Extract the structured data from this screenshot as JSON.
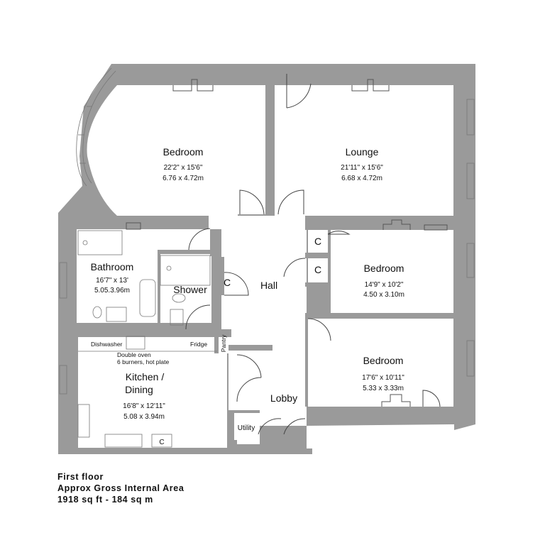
{
  "rooms": {
    "bedroom1": {
      "name": "Bedroom",
      "imperial": "22'2\" x 15'6\"",
      "metric": "6.76 x 4.72m"
    },
    "lounge": {
      "name": "Lounge",
      "imperial": "21'11\" x 15'6\"",
      "metric": "6.68 x 4.72m"
    },
    "bathroom": {
      "name": "Bathroom",
      "imperial": "16'7\" x 13'",
      "metric": "5.05.3.96m"
    },
    "shower": {
      "name": "Shower"
    },
    "hall": {
      "name": "Hall"
    },
    "bedroom2": {
      "name": "Bedroom",
      "imperial": "14'9\" x 10'2\"",
      "metric": "4.50 x 3.10m"
    },
    "bedroom3": {
      "name": "Bedroom",
      "imperial": "17'6\" x 10'11\"",
      "metric": "5.33 x 3.33m"
    },
    "kitchen": {
      "name_line1": "Kitchen /",
      "name_line2": "Dining",
      "imperial": "16'8\" x 12'11\"",
      "metric": "5.08 x 3.94m"
    },
    "lobby": {
      "name": "Lobby"
    },
    "utility": {
      "name": "Utility"
    },
    "pantry": {
      "name": "Pantry"
    }
  },
  "labels": {
    "cupboard": "C",
    "dishwasher": "Dishwasher",
    "fridge": "Fridge",
    "oven_line1": "Double oven",
    "oven_line2": "6 burners, hot plate"
  },
  "info": {
    "floor": "First floor",
    "area_title": "Approx Gross Internal Area",
    "area_value": "1918 sq ft - 184 sq m"
  }
}
